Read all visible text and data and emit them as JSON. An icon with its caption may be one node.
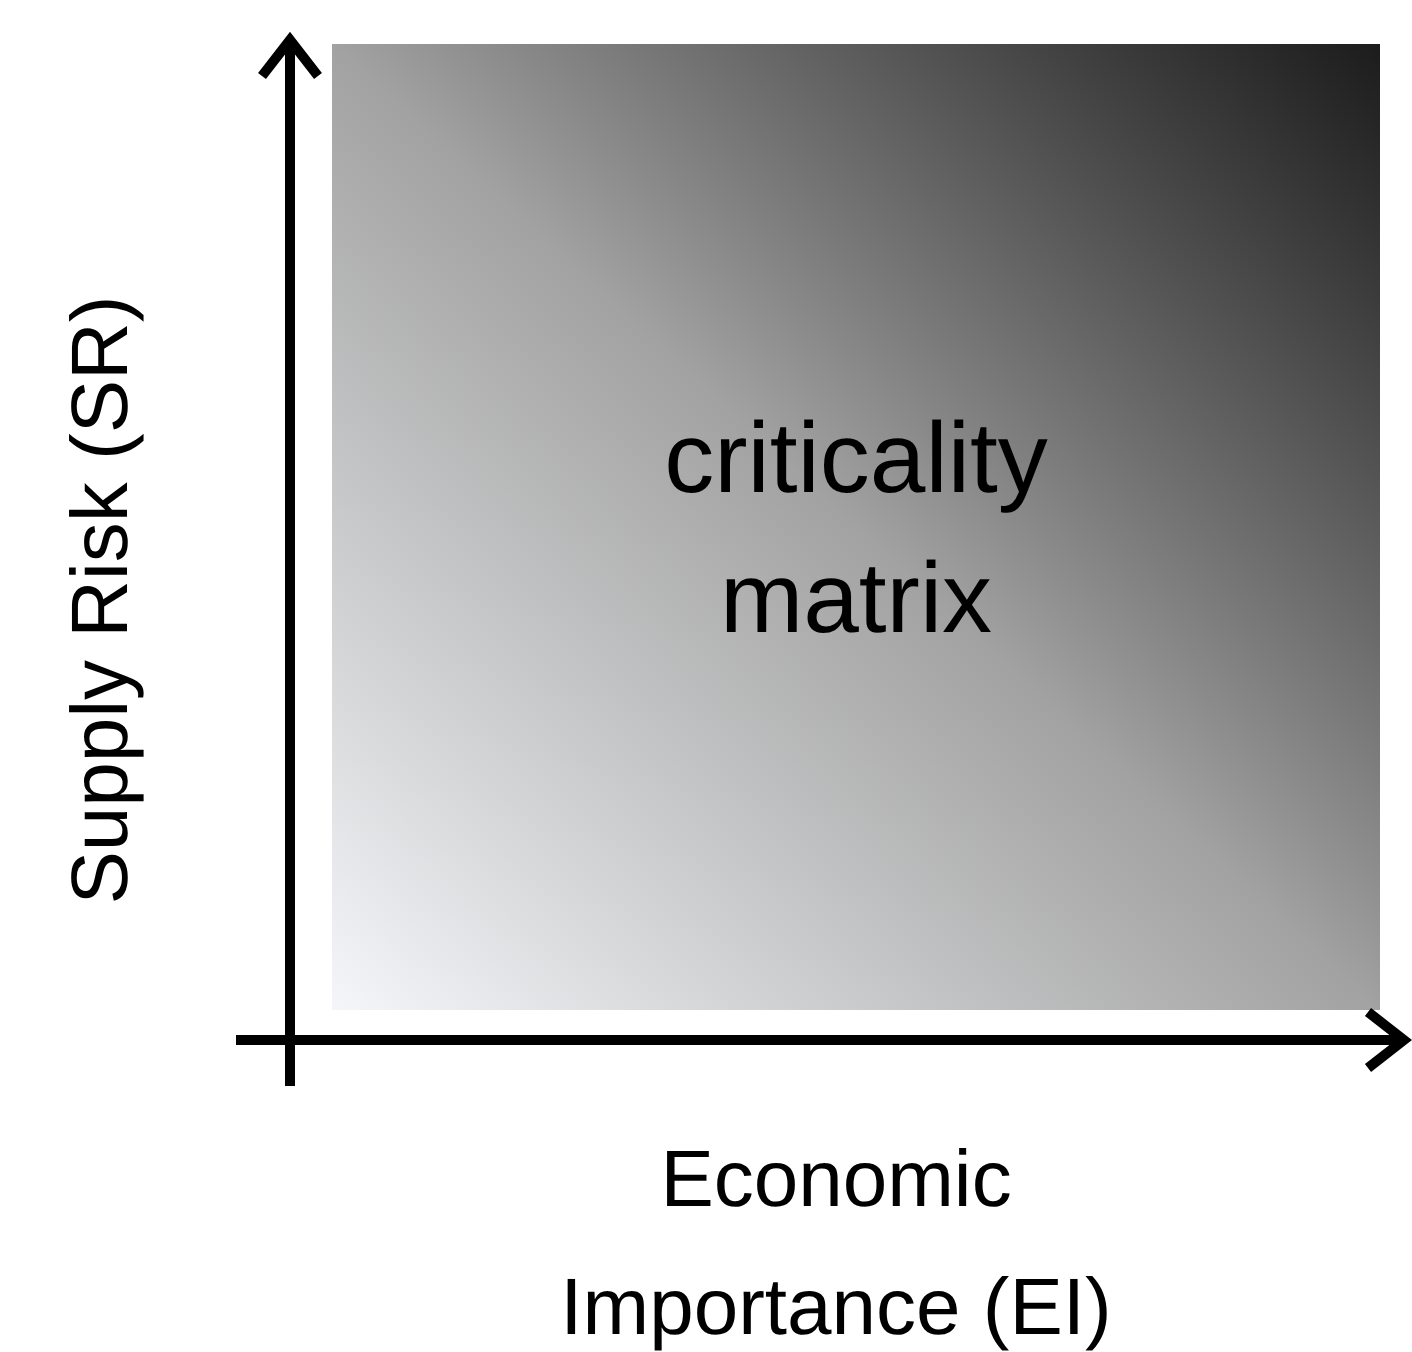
{
  "diagram": {
    "nodes": [
      {
        "text": [
          "criticality matrix"
        ]
      }
    ],
    "labels": [
      "Supply Risk (SR)",
      "Economic Importance (EI)"
    ]
  }
}
